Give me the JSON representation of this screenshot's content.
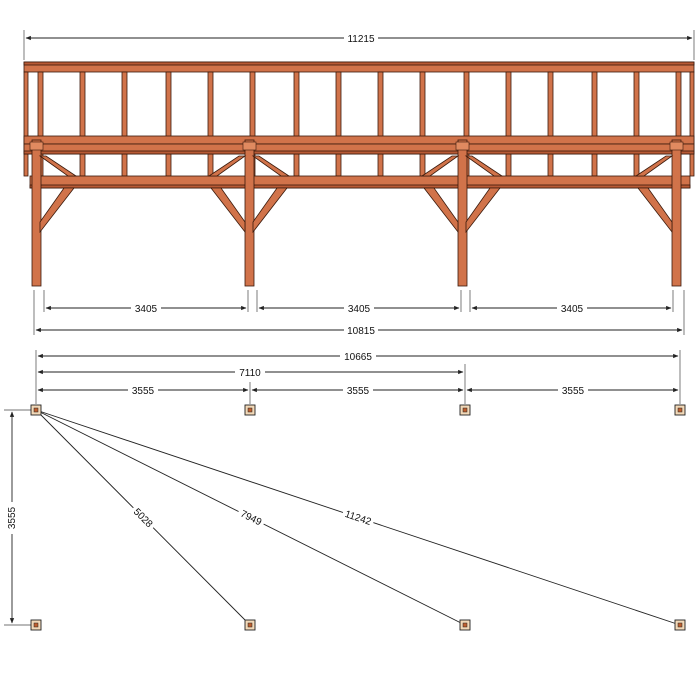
{
  "elevation": {
    "overall_top": "11215",
    "bay_1": "3405",
    "bay_2": "3405",
    "bay_3": "3405",
    "overall_bottom": "10815"
  },
  "plan": {
    "overall": "10665",
    "two_bays": "7110",
    "bay_1": "3555",
    "bay_2": "3555",
    "bay_3": "3555",
    "depth": "3555",
    "diag_1": "5028",
    "diag_2": "7949",
    "diag_3": "11242"
  },
  "colors": {
    "timber": "#d1734a",
    "timber_dark": "#b85a35",
    "outline": "#3a1a0c",
    "post_base": "#f3d9b8"
  }
}
